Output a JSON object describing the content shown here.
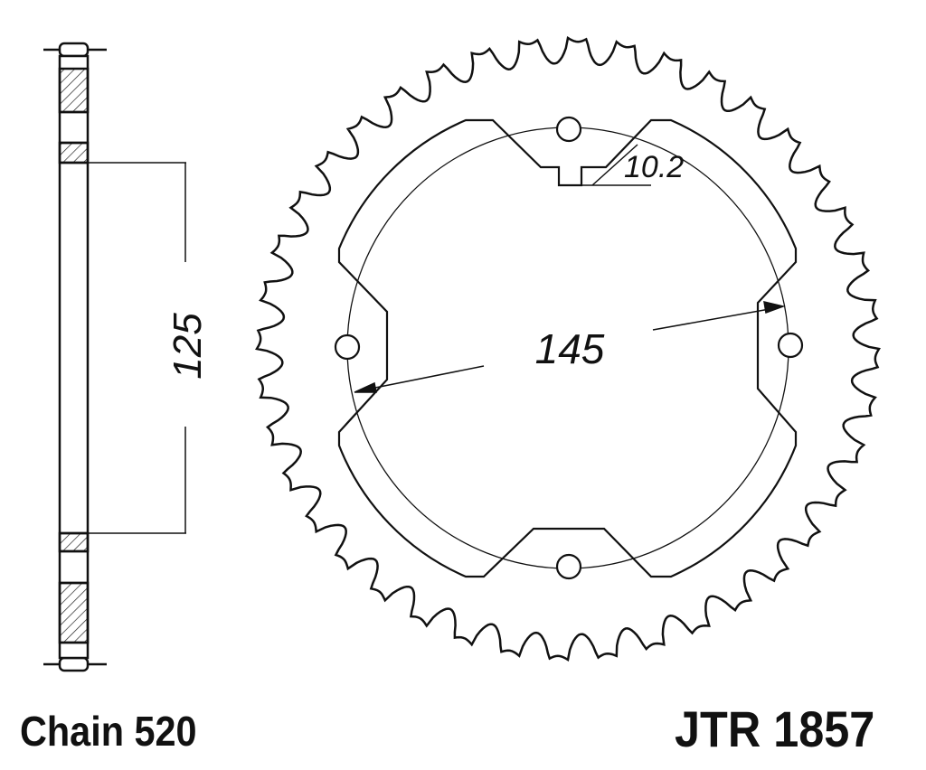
{
  "diagram": {
    "title": "JTR 1857",
    "chain_label": "Chain 520",
    "dimensions": {
      "bolt_circle": "145",
      "center_bore": "125",
      "bolt_hole": "10.2"
    }
  }
}
